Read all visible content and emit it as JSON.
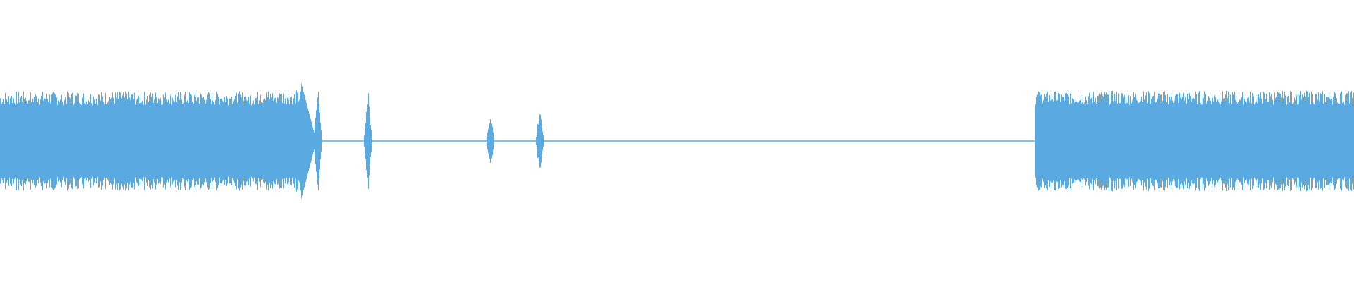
{
  "waveform": {
    "color": "#5aa9e0",
    "background": "#ffffff",
    "sample_count": 1920,
    "segments": [
      {
        "from": 0.0,
        "to": 0.192,
        "level": 0.84,
        "kind": "dense"
      },
      {
        "from": 0.192,
        "to": 0.1925,
        "level": 1.02,
        "kind": "burst"
      },
      {
        "from": 0.1925,
        "to": 0.222,
        "level": 0.86,
        "kind": "dense"
      },
      {
        "from": 0.222,
        "to": 0.238,
        "level": 1.0,
        "kind": "fade"
      },
      {
        "from": 0.238,
        "to": 0.764,
        "level": 0.01,
        "kind": "silence"
      },
      {
        "from": 0.764,
        "to": 1.0,
        "level": 0.85,
        "kind": "dense"
      }
    ],
    "transients": [
      {
        "at": 0.2345,
        "level": 1.02
      },
      {
        "at": 0.2715,
        "level": 0.92
      },
      {
        "at": 0.362,
        "level": 0.5
      },
      {
        "at": 0.3985,
        "level": 0.6
      }
    ]
  }
}
